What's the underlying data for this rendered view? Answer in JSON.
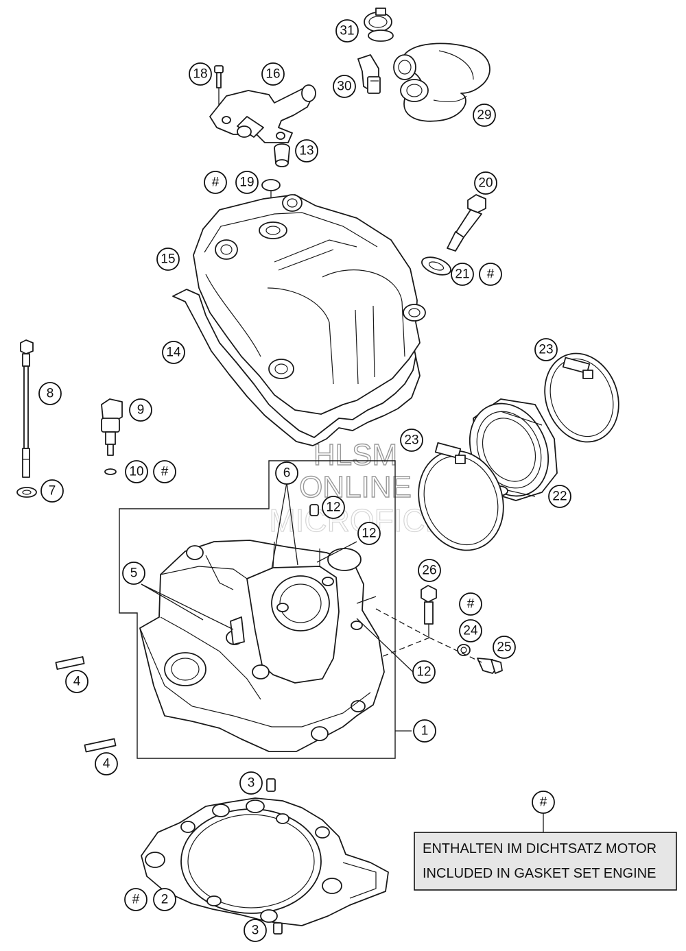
{
  "diagram": {
    "callouts": [
      {
        "id": "c31",
        "label": "31"
      },
      {
        "id": "c30",
        "label": "30"
      },
      {
        "id": "c29",
        "label": "29"
      },
      {
        "id": "c18",
        "label": "18"
      },
      {
        "id": "c16",
        "label": "16"
      },
      {
        "id": "c13",
        "label": "13"
      },
      {
        "id": "c19",
        "label": "19"
      },
      {
        "id": "c19h",
        "label": "#"
      },
      {
        "id": "c20",
        "label": "20"
      },
      {
        "id": "c21",
        "label": "21"
      },
      {
        "id": "c21h",
        "label": "#"
      },
      {
        "id": "c15",
        "label": "15"
      },
      {
        "id": "c14",
        "label": "14"
      },
      {
        "id": "c23a",
        "label": "23"
      },
      {
        "id": "c23b",
        "label": "23"
      },
      {
        "id": "c22",
        "label": "22"
      },
      {
        "id": "c8",
        "label": "8"
      },
      {
        "id": "c9",
        "label": "9"
      },
      {
        "id": "c10",
        "label": "10"
      },
      {
        "id": "c10h",
        "label": "#"
      },
      {
        "id": "c7",
        "label": "7"
      },
      {
        "id": "c6",
        "label": "6"
      },
      {
        "id": "c12a",
        "label": "12"
      },
      {
        "id": "c12b",
        "label": "12"
      },
      {
        "id": "c12c",
        "label": "12"
      },
      {
        "id": "c5",
        "label": "5"
      },
      {
        "id": "c26",
        "label": "26"
      },
      {
        "id": "c26h",
        "label": "#"
      },
      {
        "id": "c24",
        "label": "24"
      },
      {
        "id": "c25",
        "label": "25"
      },
      {
        "id": "c4a",
        "label": "4"
      },
      {
        "id": "c4b",
        "label": "4"
      },
      {
        "id": "c1",
        "label": "1"
      },
      {
        "id": "c3a",
        "label": "3"
      },
      {
        "id": "c3b",
        "label": "3"
      },
      {
        "id": "c2",
        "label": "2"
      },
      {
        "id": "c2h",
        "label": "#"
      },
      {
        "id": "cLegend",
        "label": "#"
      }
    ],
    "watermark": {
      "line1": "HLSM",
      "line2": "ONLINE",
      "line3": "MICROFICHE"
    },
    "legend": {
      "line1": "ENTHALTEN IM DICHTSATZ MOTOR",
      "line2": "INCLUDED IN GASKET SET ENGINE"
    }
  }
}
